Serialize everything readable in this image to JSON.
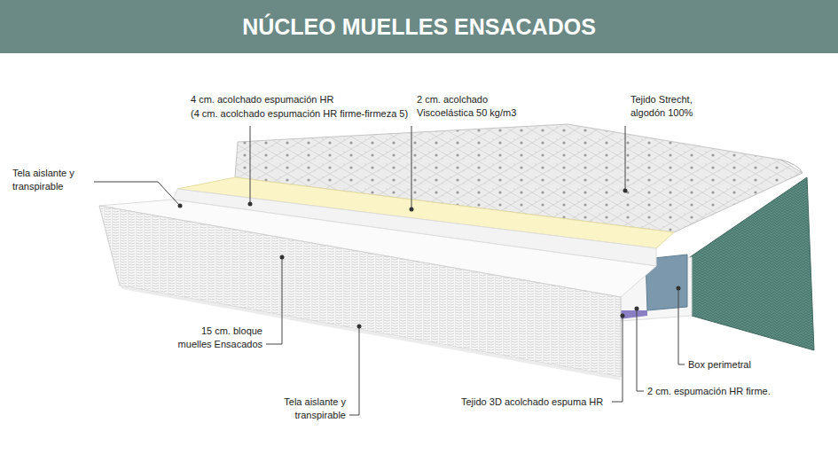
{
  "diagram": {
    "title": "NÚCLEO MUELLES ENSACADOS",
    "labels": [
      "4 cm. acolchado espumación HR",
      "(4 cm. acolchado espumación HR firme-firmeza 5)",
      "2 cm. acolchado Viscoelástica 50 kg/m3",
      "Tejido Strecht, algodón 100%",
      "Tela aislante y transpirable",
      "15 cm. bloque muelles Ensacados",
      "Tela aislante y transpirable",
      "Tejido 3D acolchado espuma HR",
      "2 cm. espumación HR firme.",
      "Box perimetral"
    ]
  }
}
